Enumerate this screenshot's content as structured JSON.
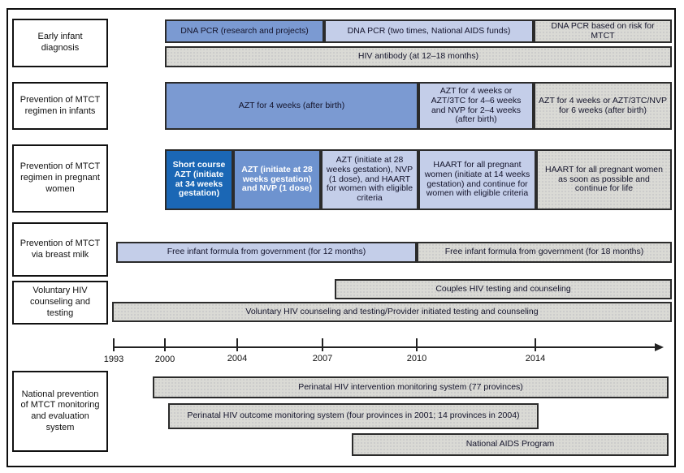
{
  "colors": {
    "dark_blue": "#1b67b5",
    "medium_blue": "#7b9ad2",
    "light_blue": "#c4cee9",
    "gray": "#dadad5",
    "border": "#2b2b2b"
  },
  "row_labels": [
    "Early infant diagnosis",
    "Prevention of MTCT regimen in infants",
    "Prevention of MTCT regimen in pregnant women",
    "Prevention of MTCT via breast milk",
    "Voluntary HIV counseling and testing",
    "National prevention of MTCT monitoring and evaluation system"
  ],
  "bars": {
    "dna_pcr_research": "DNA PCR (research and projects)",
    "dna_pcr_two_times": "DNA PCR (two times, National AIDS funds)",
    "dna_pcr_risk": "DNA PCR based on risk for MTCT",
    "hiv_antibody": "HIV antibody (at 12–18 months)",
    "azt_4_weeks_infant": "AZT for 4 weeks (after birth)",
    "azt_3tc_nvp_infant": "AZT for 4 weeks or AZT/3TC for 4–6 weeks and NVP for 2–4 weeks (after birth)",
    "azt_3tc_nvp_6_weeks": "AZT for 4 weeks or AZT/3TC/NVP for 6 weeks (after birth)",
    "short_course_azt": "Short course AZT (initiate at 34 weeks gestation)",
    "azt_28_weeks_nvp": "AZT (initiate at 28 weeks gestation) and NVP (1 dose)",
    "azt_28_weeks_nvp_haart": "AZT (initiate at 28 weeks gestation), NVP (1 dose), and HAART for women with eligible criteria",
    "haart_14_weeks": "HAART for all pregnant women (initiate at 14 weeks gestation) and continue for women with eligible criteria",
    "haart_for_life": "HAART for all pregnant women as soon as possible and continue for life",
    "formula_12_months": "Free infant formula from government (for 12 months)",
    "formula_18_months": "Free infant formula from government (for 18 months)",
    "couples_testing": "Couples HIV testing and counseling",
    "voluntary_testing": "Voluntary HIV counseling and testing/Provider initiated testing and counseling",
    "perinatal_intervention_monitoring": "Perinatal HIV intervention monitoring system (77 provinces)",
    "perinatal_outcome_monitoring": "Perinatal HIV outcome monitoring system (four provinces in 2001; 14 provinces in 2004)",
    "national_aids_program": "National AIDS Program"
  },
  "axis": {
    "years": [
      "1993",
      "2000",
      "2004",
      "2007",
      "2010",
      "2014"
    ]
  }
}
